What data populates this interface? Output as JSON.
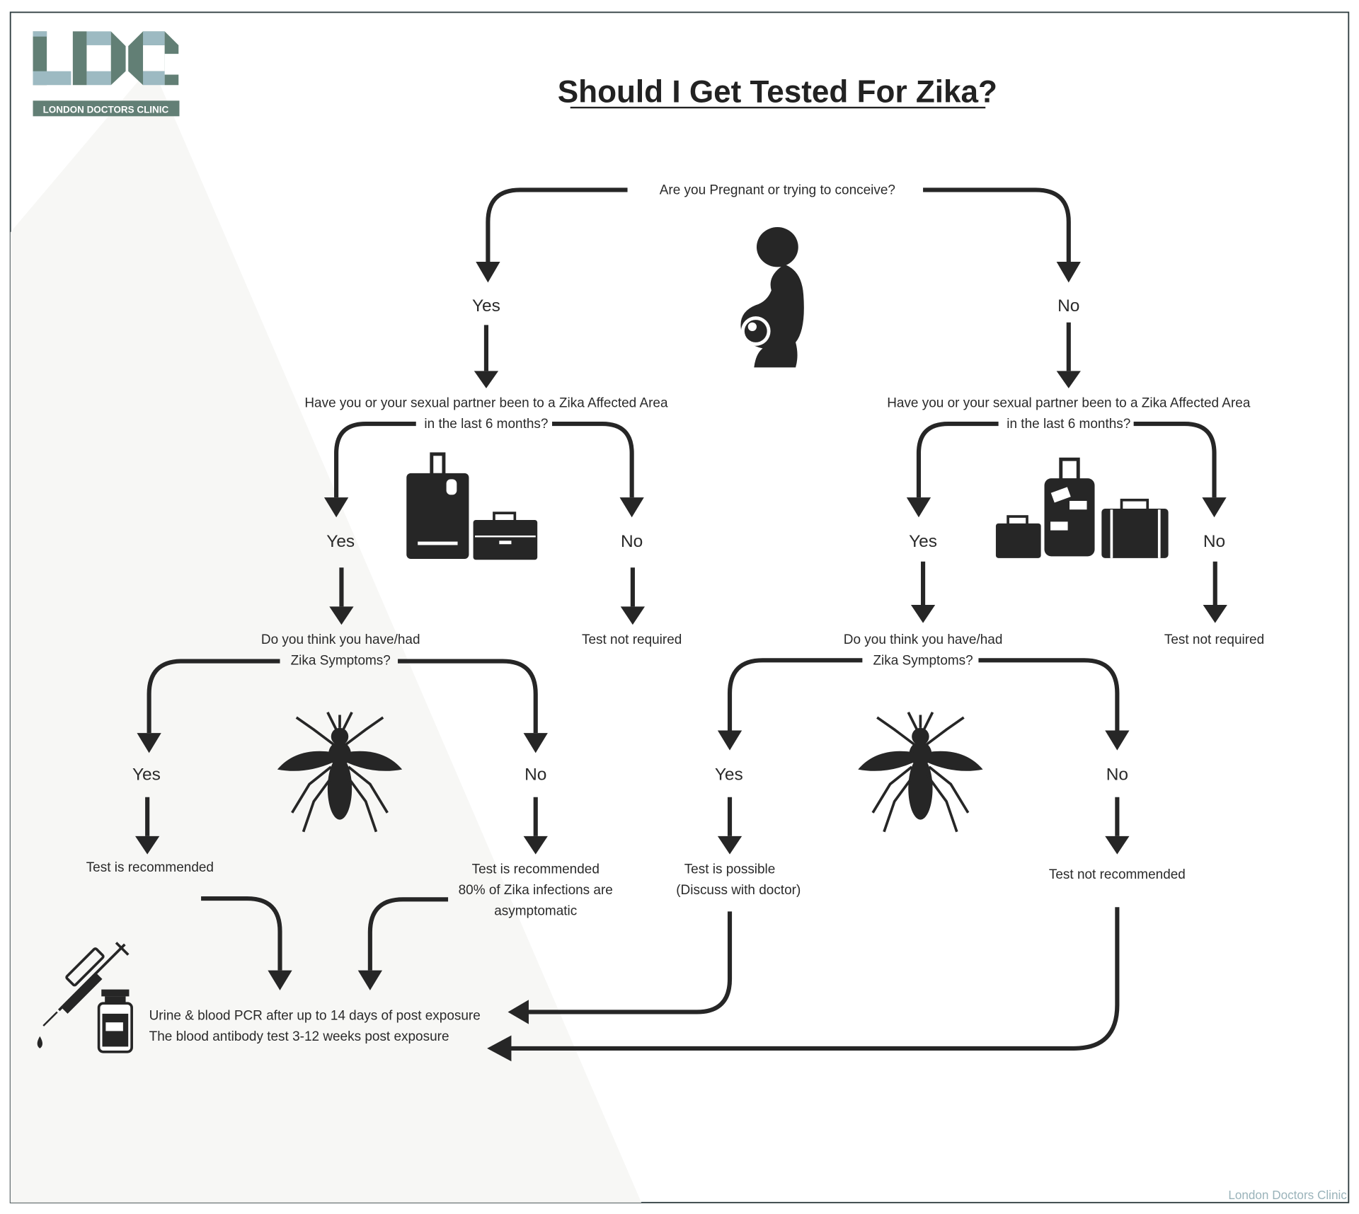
{
  "title": "Should I Get Tested For Zika?",
  "logo": {
    "letters": "LDC",
    "name": "LONDON DOCTORS CLINIC"
  },
  "watermark": "London Doctors Clinic",
  "colors": {
    "logo_dark": "#627f75",
    "logo_light": "#9dbac2",
    "ink": "#262626",
    "watermark": "#9ab3ba"
  },
  "q1": "Are you Pregnant or trying to conceive?",
  "q1_yes": "Yes",
  "q1_no": "No",
  "left": {
    "q2_line1": "Have you or your sexual partner been to a Zika Affected Area",
    "q2_line2": "in the last 6 months?",
    "q2_yes": "Yes",
    "q2_no": "No",
    "q2_no_result": "Test not required",
    "q3_line1": "Do you think you have/had",
    "q3_line2": "Zika Symptoms?",
    "q3_yes": "Yes",
    "q3_no": "No",
    "q3_yes_result": "Test is recommended",
    "q3_no_result_1": "Test is recommended",
    "q3_no_result_2": "80% of Zika infections are",
    "q3_no_result_3": "asymptomatic"
  },
  "right": {
    "q2_line1": "Have you or your sexual partner been to a Zika Affected Area",
    "q2_line2": "in the last 6 months?",
    "q2_yes": "Yes",
    "q2_no": "No",
    "q2_no_result": "Test not required",
    "q3_line1": "Do you think you have/had",
    "q3_line2": "Zika Symptoms?",
    "q3_yes": "Yes",
    "q3_no": "No",
    "q3_yes_result_1": "Test is possible",
    "q3_yes_result_2": "(Discuss with doctor)",
    "q3_no_result": "Test not recommended"
  },
  "final": {
    "line1": "Urine & blood PCR after up to 14 days of post exposure",
    "line2": "The blood antibody test 3-12 weeks post exposure"
  },
  "icons": [
    "pregnant-woman-icon",
    "luggage-icon",
    "mosquito-icon",
    "syringe-icon",
    "vial-icon"
  ]
}
